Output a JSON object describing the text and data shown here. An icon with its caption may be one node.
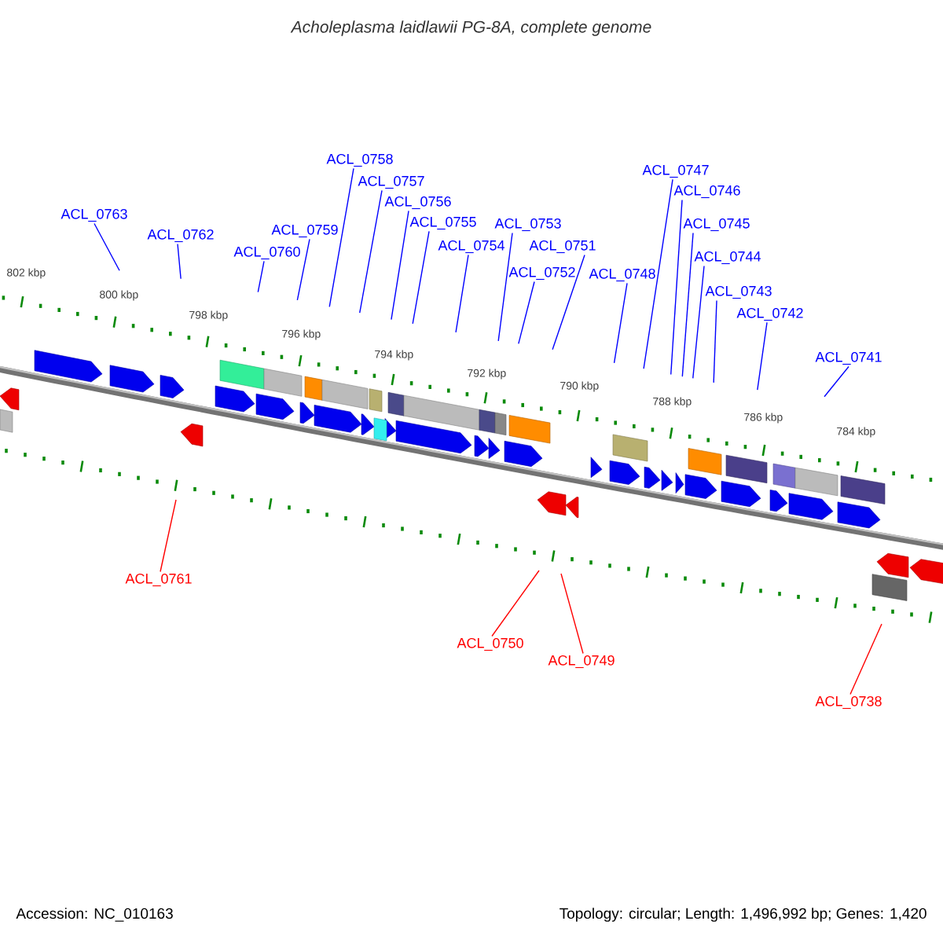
{
  "diagram": {
    "title": "Acholeplasma laidlawii PG-8A, complete genome",
    "nodes": [
      {
        "text": [
          "ACL_0763"
        ]
      },
      {
        "text": [
          "ACL_0762"
        ]
      },
      {
        "text": [
          "ACL_0760"
        ]
      },
      {
        "text": [
          "ACL_0759"
        ]
      },
      {
        "text": [
          "ACL_0758"
        ]
      },
      {
        "text": [
          "ACL_0757"
        ]
      },
      {
        "text": [
          "ACL_0756"
        ]
      },
      {
        "text": [
          "ACL_0755"
        ]
      },
      {
        "text": [
          "ACL_0754"
        ]
      },
      {
        "text": [
          "ACL_0753"
        ]
      },
      {
        "text": [
          "ACL_0752"
        ]
      },
      {
        "text": [
          "ACL_0751"
        ]
      },
      {
        "text": [
          "ACL_0748"
        ]
      },
      {
        "text": [
          "ACL_0747"
        ]
      },
      {
        "text": [
          "ACL_0746"
        ]
      },
      {
        "text": [
          "ACL_0745"
        ]
      },
      {
        "text": [
          "ACL_0744"
        ]
      },
      {
        "text": [
          "ACL_0743"
        ]
      },
      {
        "text": [
          "ACL_0742"
        ]
      },
      {
        "text": [
          "ACL_0741"
        ]
      },
      {
        "text": [
          "ACL_0761"
        ]
      },
      {
        "text": [
          "ACL_0750"
        ]
      },
      {
        "text": [
          "ACL_0749"
        ]
      },
      {
        "text": [
          "ACL_0738"
        ]
      }
    ],
    "edges": [
      {
        "from": 0,
        "to": null,
        "arrow": "none"
      },
      {
        "from": 1,
        "to": null,
        "arrow": "none"
      },
      {
        "from": 2,
        "to": null,
        "arrow": "none"
      },
      {
        "from": 3,
        "to": null,
        "arrow": "none"
      },
      {
        "from": 4,
        "to": null,
        "arrow": "none"
      },
      {
        "from": 5,
        "to": null,
        "arrow": "none"
      },
      {
        "from": 6,
        "to": null,
        "arrow": "none"
      },
      {
        "from": 7,
        "to": null,
        "arrow": "none"
      },
      {
        "from": 8,
        "to": null,
        "arrow": "none"
      },
      {
        "from": 9,
        "to": null,
        "arrow": "none"
      },
      {
        "from": 10,
        "to": null,
        "arrow": "none"
      },
      {
        "from": 11,
        "to": null,
        "arrow": "none"
      },
      {
        "from": 12,
        "to": null,
        "arrow": "none"
      },
      {
        "from": 13,
        "to": null,
        "arrow": "none"
      },
      {
        "from": 14,
        "to": null,
        "arrow": "none"
      },
      {
        "from": 15,
        "to": null,
        "arrow": "none"
      },
      {
        "from": 16,
        "to": null,
        "arrow": "none"
      },
      {
        "from": 17,
        "to": null,
        "arrow": "none"
      },
      {
        "from": 18,
        "to": null,
        "arrow": "none"
      },
      {
        "from": 19,
        "to": null,
        "arrow": "none"
      },
      {
        "from": 20,
        "to": null,
        "arrow": "none",
        "color": "#ff0000"
      },
      {
        "from": 21,
        "to": null,
        "arrow": "none",
        "color": "#ff0000"
      },
      {
        "from": 22,
        "to": null,
        "arrow": "none",
        "color": "#ff0000"
      },
      {
        "from": 23,
        "to": null,
        "arrow": "none",
        "color": "#ff0000"
      }
    ],
    "labels": [
      "802 kbp",
      "800 kbp",
      "798 kbp",
      "796 kbp",
      "794 kbp",
      "792 kbp",
      "790 kbp",
      "788 kbp",
      "786 kbp",
      "784 kbp",
      "Accession: NC_010163",
      "Topology: circular; Length: 1,496,992 bp; Genes: 1,420"
    ]
  }
}
